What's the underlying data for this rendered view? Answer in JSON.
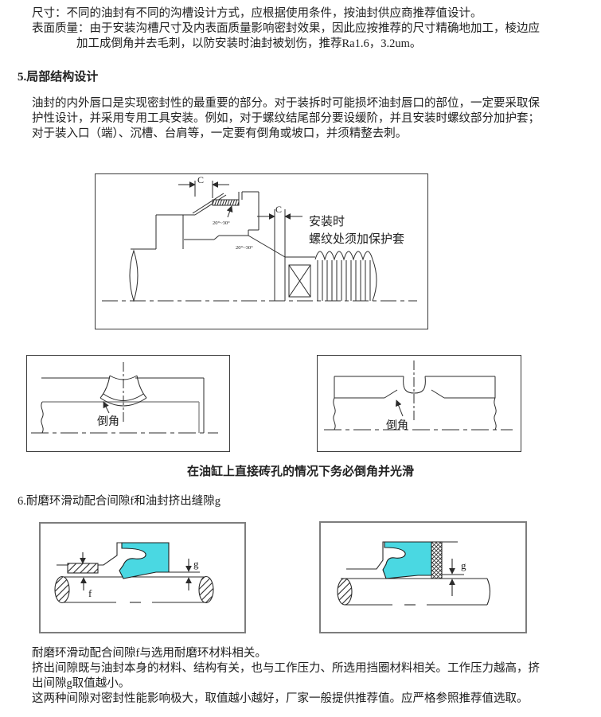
{
  "document": {
    "intro": {
      "line1": "尺寸：不同的油封有不同的沟槽设计方式，应根据使用条件，按油封供应商推荐值设计。",
      "line2": "表面质量：由于安装沟槽尺寸及内表面质量影响密封效果，因此应按推荐的尺寸精确地加工，棱边应",
      "line3": "加工成倒角并去毛刺，以防安装时油封被划伤，推荐Ra1.6，3.2um。"
    },
    "section5": {
      "heading": "5.局部结构设计",
      "body_line1": "油封的内外唇口是实现密封性的最重要的部分。对于装拆时可能损坏油封唇口的部位，一定要采取保",
      "body_line2": "护性设计，并采用专用工具安装。例如，对于螺纹结尾部分要设缓阶，并且安装时螺纹部分加护套；",
      "body_line3": "对于装入口（端）、沉槽、台肩等，一定要有倒角或坡口，并须精整去刺。"
    },
    "figure_thread": {
      "dim_c_top": "C",
      "dim_c_mid": "C",
      "angle_top": "20°~30°",
      "angle_bottom": "20°~30°",
      "note_line1": "安装时",
      "note_line2": "螺纹处须加保护套"
    },
    "figure_chamfer_left": {
      "label": "倒角"
    },
    "figure_chamfer_right": {
      "label": "倒角"
    },
    "chamfer_caption": "在油缸上直接砖孔的情况下务必倒角并光滑",
    "section6": {
      "heading": "6.耐磨环滑动配合间隙f和油封挤出缝隙g",
      "body_line1": "耐磨环滑动配合间隙f与选用耐磨环材料相关。",
      "body_line2": "挤出间隙既与油封本身的材料、结构有关，也与工作压力、所选用挡圈材料相关。工作压力越高，挤",
      "body_line3": "出间隙g取值越小。",
      "body_line4": "这两种间隙对密封性能影响极大，取值越小越好，厂家一般提供推荐值。应严格参照推荐值选取。"
    },
    "figure_gap_left": {
      "label_f": "f",
      "label_g": "g"
    },
    "figure_gap_right": {
      "label_g": "g"
    }
  },
  "colors": {
    "seal_fill": "#4ad8e2",
    "line": "#2b2b2b",
    "figure_border_dark": "#3a3a3a",
    "figure_border_gray": "#7d7d7d",
    "text": "#212121"
  }
}
